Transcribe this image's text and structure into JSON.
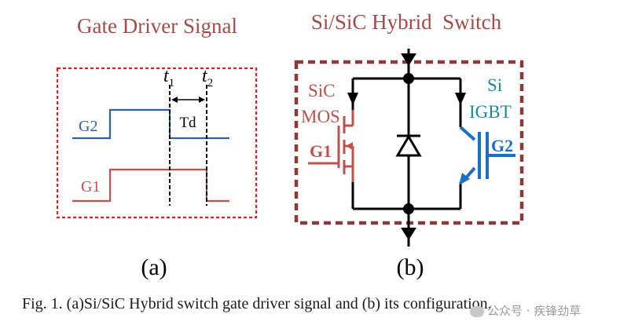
{
  "panel_a": {
    "title": "Gate Driver Signal",
    "label": "(a)",
    "signal_g2": "G2",
    "signal_g1": "G1",
    "time_t1": "t",
    "time_t1_sub": "1",
    "time_t2": "t",
    "time_t2_sub": "2",
    "delay": "Td"
  },
  "panel_b": {
    "title": "Si/SiC Hybrid  Switch",
    "label": "(b)",
    "sic_line1": "SiC",
    "sic_line2": "MOS",
    "sic_gate": "G1",
    "si_line1": "Si",
    "si_line2": "IGBT",
    "si_gate": "G2"
  },
  "caption": "Fig. 1. (a)Si/SiC Hybrid switch gate driver signal and (b) its configuration.",
  "watermark": "公众号 · 疾锋劲草",
  "colors": {
    "title": "#a54a4a",
    "g2_blue": "#2f5fa8",
    "g1_red": "#c0504d",
    "dashed_red": "#e02020",
    "dashed_brown": "#8b3a3a",
    "sic_red": "#c0504d",
    "igbt_teal": "#1a8a9a",
    "gate_blue": "#1f6fc0"
  }
}
